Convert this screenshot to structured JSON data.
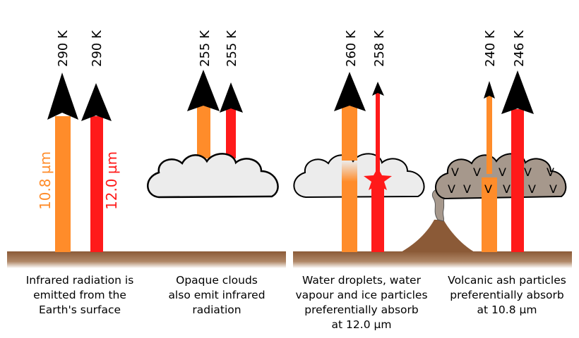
{
  "colors": {
    "orange": "#ff8c2a",
    "red": "#ff1a1a",
    "ground": "#8b5a37",
    "cloud_fill": "#ececec",
    "ash_fill": "#a6988c",
    "arrowhead": "#000000"
  },
  "temps": {
    "p1_orange": "290 K",
    "p1_red": "290 K",
    "p2_orange": "255 K",
    "p2_red": "255 K",
    "p3_orange": "260 K",
    "p3_red": "258 K",
    "p4_orange": "240 K",
    "p4_red": "246 K"
  },
  "wavelengths": {
    "orange": "10.8 µm",
    "red": "12.0 µm"
  },
  "ash_mark": "V",
  "captions": {
    "p1": [
      "Infrared radiation is",
      "emitted from the",
      "Earth's surface"
    ],
    "p2": [
      "Opaque clouds",
      "also emit infrared",
      "radiation"
    ],
    "p3": [
      "Water droplets, water",
      "vapour and ice particles",
      "preferentially absorb",
      "at 12.0 µm"
    ],
    "p4": [
      "Volcanic ash particles",
      "preferentially absorb",
      "at 10.8 µm"
    ]
  }
}
